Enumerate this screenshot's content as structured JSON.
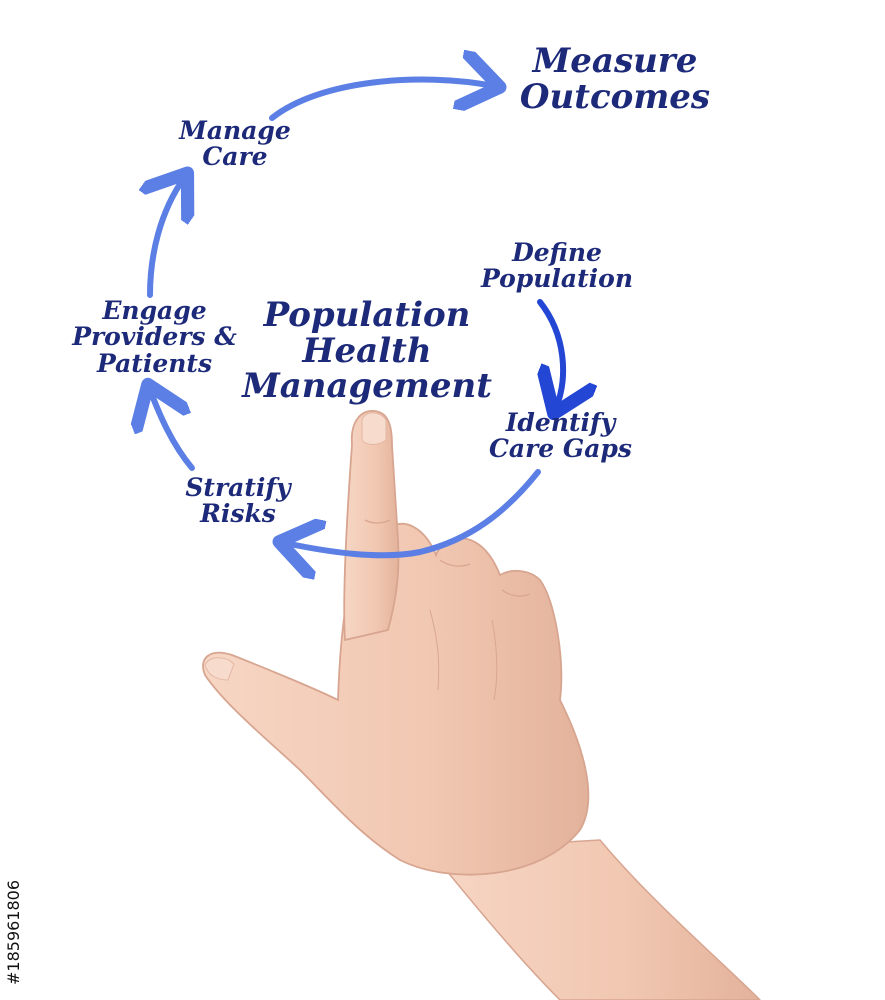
{
  "colors": {
    "ink": "#1d2a7a",
    "arrow": "#5b7fe4",
    "arrow_dark": "#2346d4",
    "skin": "#f4cdb8",
    "skin_shadow": "#dca893",
    "background": "#ffffff"
  },
  "diagram": {
    "center_title": [
      "Population",
      "Health",
      "Management"
    ],
    "outcome": [
      "Measure",
      "Outcomes"
    ],
    "steps": [
      {
        "id": "define-population",
        "lines": [
          "Define",
          "Population"
        ]
      },
      {
        "id": "identify-care-gaps",
        "lines": [
          "Identify",
          "Care Gaps"
        ]
      },
      {
        "id": "stratify-risks",
        "lines": [
          "Stratify",
          "Risks"
        ]
      },
      {
        "id": "engage-providers-patients",
        "lines": [
          "Engage",
          "Providers &",
          "Patients"
        ]
      },
      {
        "id": "manage-care",
        "lines": [
          "Manage",
          "Care"
        ]
      }
    ]
  },
  "stock_id": "#185961806"
}
